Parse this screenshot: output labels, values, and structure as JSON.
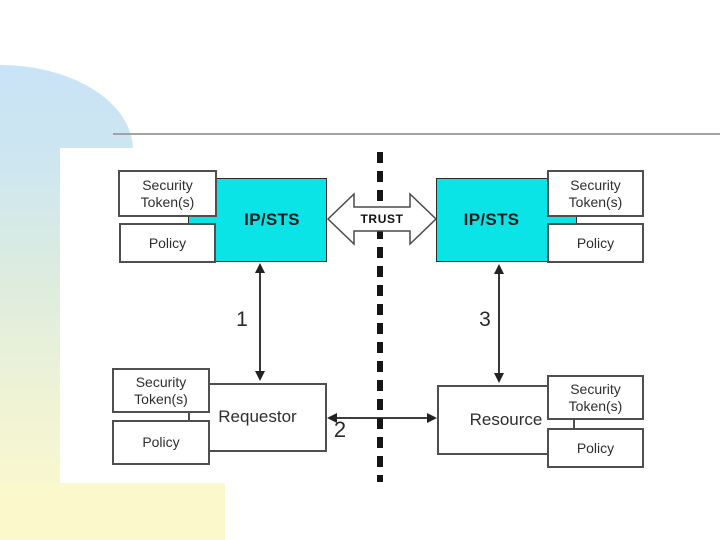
{
  "background": {
    "accent_top_color": "#c9e3f7",
    "accent_bottom_color": "#fbf8cc",
    "divider_color": "#a3a3a3"
  },
  "diagram": {
    "sts_fill": "#0be4e6",
    "trust_label": "TRUST",
    "left_sts": {
      "title": "IP/STS",
      "token": "Security Token(s)",
      "policy": "Policy"
    },
    "right_sts": {
      "title": "IP/STS",
      "token": "Security Token(s)",
      "policy": "Policy"
    },
    "requestor": {
      "title": "Requestor",
      "token": "Security Token(s)",
      "policy": "Policy"
    },
    "resource": {
      "title": "Resource",
      "token": "Security Token(s)",
      "policy": "Policy"
    },
    "step_labels": {
      "one": "1",
      "two": "2",
      "three": "3"
    }
  }
}
